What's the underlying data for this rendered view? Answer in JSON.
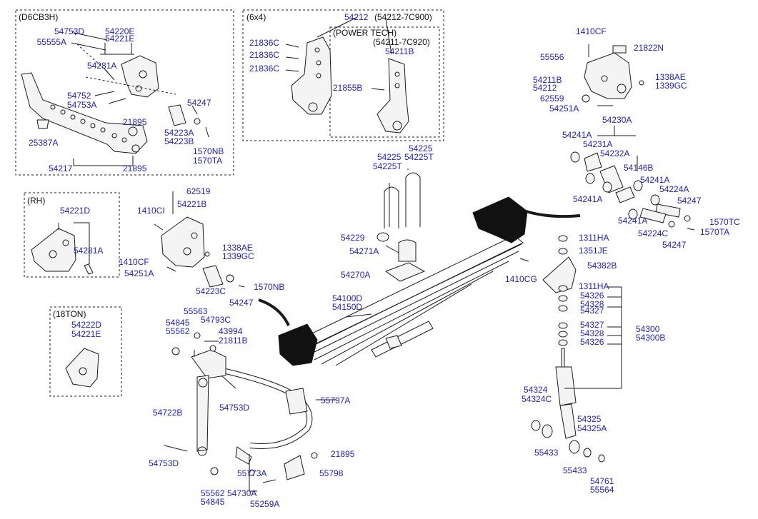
{
  "diagram": {
    "ink_color": "#1a1a1a",
    "label_color": "#1f1fbf",
    "header_color": "#111111",
    "groups": {
      "d6cb3h": "(D6CB3H)",
      "six_by_four": "(6x4)",
      "six_by_four_code": "(54212-7C900)",
      "power_tech": "(POWER TECH)",
      "power_tech_code": "(54211-7C920)",
      "rh": "(RH)",
      "ton18": "(18TON)"
    },
    "parts": {
      "p54753D_a": "54753D",
      "p55555A": "55555A",
      "p54220E": "54220E",
      "p54221E_a": "54221E",
      "p54281A_a": "54281A",
      "p54752": "54752",
      "p54753A": "54753A",
      "p54247_a": "54247",
      "p21895_a": "21895",
      "p25387A": "25387A",
      "p54223A": "54223A",
      "p54223B": "54223B",
      "p1570NB_a": "1570NB",
      "p1570TA_a": "1570TA",
      "p54217": "54217",
      "p21895_b": "21895",
      "p54212_a": "54212",
      "p21836C_1": "21836C",
      "p21836C_2": "21836C",
      "p21836C_3": "21836C",
      "p54211B_a": "54211B",
      "p21855B": "21855B",
      "p1410CF_a": "1410CF",
      "p55556": "55556",
      "p21822N": "21822N",
      "p54211B_b": "54211B",
      "p54212_b": "54212",
      "p1338AE_a": "1338AE",
      "p1339GC_a": "1339GC",
      "p62559": "62559",
      "p54251A_a": "54251A",
      "p54230A": "54230A",
      "p54241A_1": "54241A",
      "p54231A": "54231A",
      "p54232A": "54232A",
      "p54146B": "54146B",
      "p54241A_2": "54241A",
      "p54224A": "54224A",
      "p54241A_3": "54241A",
      "p54247_b": "54247",
      "p54241A_4": "54241A",
      "p1570TC": "1570TC",
      "p54224C": "54224C",
      "p1570TA_b": "1570TA",
      "p54247_c": "54247",
      "p54225_a": "54225",
      "p54225T_a": "54225T",
      "p54225_b": "54225",
      "p54225T_b": "54225T",
      "p54229": "54229",
      "p54271A": "54271A",
      "p54270A": "54270A",
      "p54100D": "54100D",
      "p54150D": "54150D",
      "p54221D": "54221D",
      "p54281A_b": "54281A",
      "p62519": "62519",
      "p1410CI": "1410CI",
      "p54221B": "54221B",
      "p1338AE_b": "1338AE",
      "p1339GC_b": "1339GC",
      "p1410CF_b": "1410CF",
      "p54251A_b": "54251A",
      "p54223C": "54223C",
      "p1570NB_b": "1570NB",
      "p54247_d": "54247",
      "p54222D": "54222D",
      "p54221E_b": "54221E",
      "p1311HA_a": "1311HA",
      "p1351JE": "1351JE",
      "p1410CG": "1410CG",
      "p54382B": "54382B",
      "p1311HA_b": "1311HA",
      "p54326_a": "54326",
      "p54328_a": "54328",
      "p54327_a": "54327",
      "p54327_b": "54327",
      "p54328_b": "54328",
      "p54326_b": "54326",
      "p54300": "54300",
      "p54300B": "54300B",
      "p54324": "54324",
      "p54324C": "54324C",
      "p54325": "54325",
      "p54325A": "54325A",
      "p55433_a": "55433",
      "p55433_b": "55433",
      "p54761": "54761",
      "p55564": "55564",
      "p55563": "55563",
      "p54845_a": "54845",
      "p55562_a": "55562",
      "p54793C": "54793C",
      "p43994": "43994",
      "p21811B": "21811B",
      "p54753D_b": "54753D",
      "p55797A": "55797A",
      "p54722B": "54722B",
      "p54753D_c": "54753D",
      "p21895_c": "21895",
      "p55773A": "55773A",
      "p55798": "55798",
      "p54730A": "54730A",
      "p55562_b": "55562",
      "p54845_b": "54845",
      "p55259A": "55259A"
    }
  }
}
